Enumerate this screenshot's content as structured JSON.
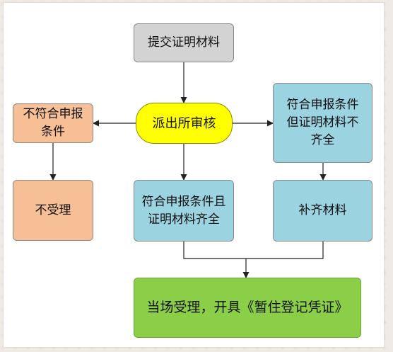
{
  "nodes": {
    "submit": "提交证明材料",
    "police": "派出所审核",
    "not_qualified": "不符合申报条件",
    "qualified_incomplete": "符合申报条件但证明材料不齐全",
    "reject": "不受理",
    "qualified_complete": "符合申报条件且证明材料齐全",
    "supplement": "补齐材料",
    "accept": "当场受理，开具《暂住登记凭证》"
  },
  "colors": {
    "process_gray": "#d3d3d3",
    "decision_yellow": "#ffff00",
    "negative_orange": "#f6bf96",
    "condition_blue": "#9cd3e1",
    "result_green": "#8bcf48",
    "arrow": "#222222"
  }
}
